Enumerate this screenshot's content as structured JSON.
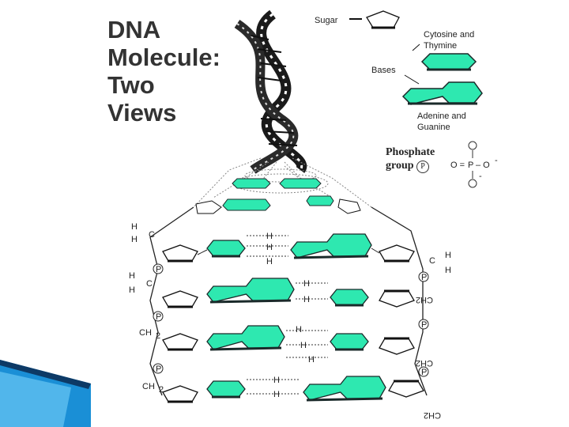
{
  "title": {
    "line1": "DNA",
    "line2": "Molecule:",
    "line3": "Two",
    "line4": "Views"
  },
  "legend": {
    "sugar": "Sugar",
    "pyrimidine_line1": "Cytosine and",
    "pyrimidine_line2": "Thymine",
    "bases": "Bases",
    "purine_line1": "Adenine and",
    "purine_line2": "Guanine",
    "phosphate_line1": "Phosphate",
    "phosphate_line2": "group",
    "phosphate_symbol": "P"
  },
  "phosphate_formula": {
    "o": "O",
    "eq_o": "O =",
    "p": "P",
    "dash_o": "– O",
    "minus": "-"
  },
  "atoms": {
    "h": "H",
    "c": "C",
    "ch2": "CH",
    "sub2": "2",
    "p": "P"
  },
  "colors": {
    "base_fill": "#2ee8b0",
    "base_stroke": "#1a2a2a",
    "title": "#333333",
    "helix": "#1a1a1a",
    "corner_accent": "#1a8fd6"
  }
}
